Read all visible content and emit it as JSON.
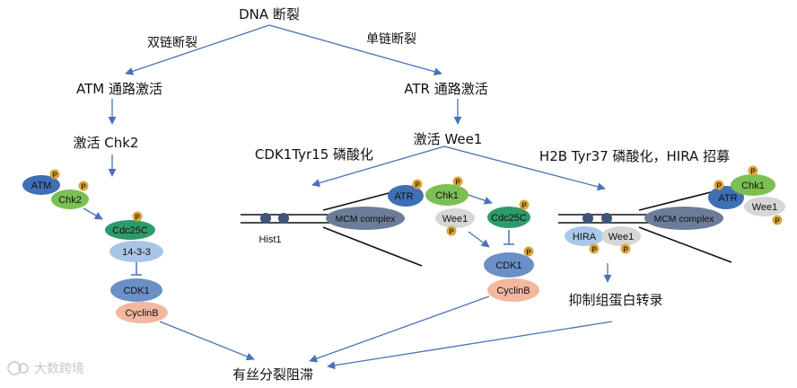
{
  "labels": {
    "dna_damage": "DNA 断裂",
    "double_strand": "双链断裂",
    "single_strand": "单链断裂",
    "atm_pathway": "ATM 通路激活",
    "atr_pathway": "ATR 通路激活",
    "activate_chk2": "激活 Chk2",
    "activate_wee1": "激活 Wee1",
    "cdk1_phos": "CDK1Tyr15 磷酸化",
    "h2b_phos": "H2B Tyr37 磷酸化，HIRA 招募",
    "inhibit_transcription": "抑制组蛋白转录",
    "mitotic_arrest": "有丝分裂阻滞",
    "hist1": "Hist1"
  },
  "proteins": {
    "atm": "ATM",
    "chk2": "Chk2",
    "cdc25c": "Cdc25C",
    "p1433": "14-3-3",
    "cdk1": "CDK1",
    "cyclinb": "CyclinB",
    "atr": "ATR",
    "chk1": "Chk1",
    "wee1": "Wee1",
    "mcm": "MCM complex",
    "hira": "HIRA"
  },
  "phospho": "P",
  "watermark": "大数跨境",
  "colors": {
    "arrow": "#4a72b8",
    "atm": "#3f6fb4",
    "chk": "#7cbf54",
    "cdc25c": "#2e9a6b",
    "p1433": "#a8c4e6",
    "cdk1": "#6b8fc7",
    "cyclinb": "#f2b9a0",
    "mcm": "#6b7d99",
    "wee1": "#d6d6d6",
    "hira": "#a9c8e8",
    "phospho": "#d9a63c"
  }
}
